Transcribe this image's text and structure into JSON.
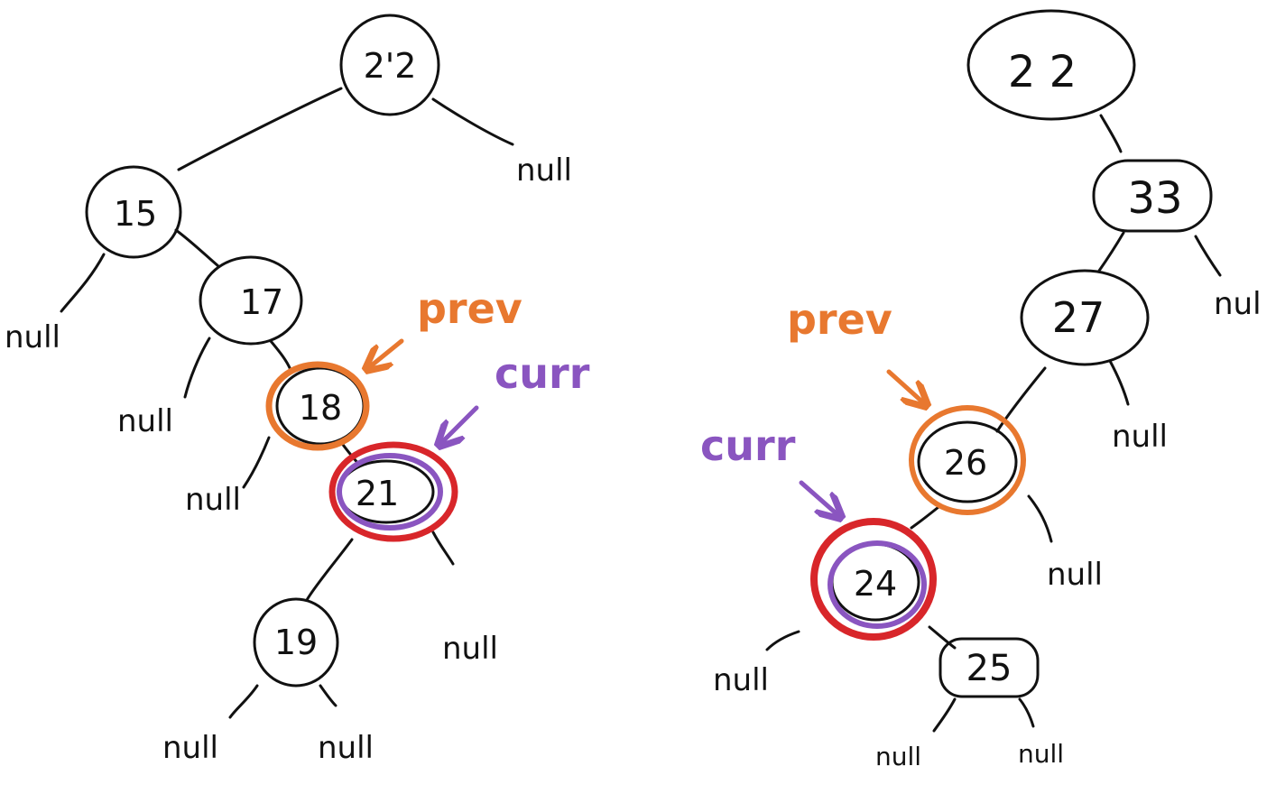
{
  "colors": {
    "ink": "#111111",
    "prev": "#e8782f",
    "curr": "#8a55c0",
    "highlight": "#d8262a"
  },
  "left_tree": {
    "nodes": {
      "n22": "2'2",
      "n15": "15",
      "n17": "17",
      "n18": "18",
      "n21": "21",
      "n19": "19"
    },
    "nulls": [
      "null",
      "null",
      "null",
      "null",
      "null",
      "null",
      "null"
    ],
    "prev_label": "prev",
    "curr_label": "curr"
  },
  "right_tree": {
    "nodes": {
      "n22": "2 2",
      "n33": "33",
      "n27": "27",
      "n26": "26",
      "n24": "24",
      "n25": "25"
    },
    "nulls": [
      "nul",
      "null",
      "null",
      "null",
      "null",
      "null"
    ],
    "prev_label": "prev",
    "curr_label": "curr"
  }
}
